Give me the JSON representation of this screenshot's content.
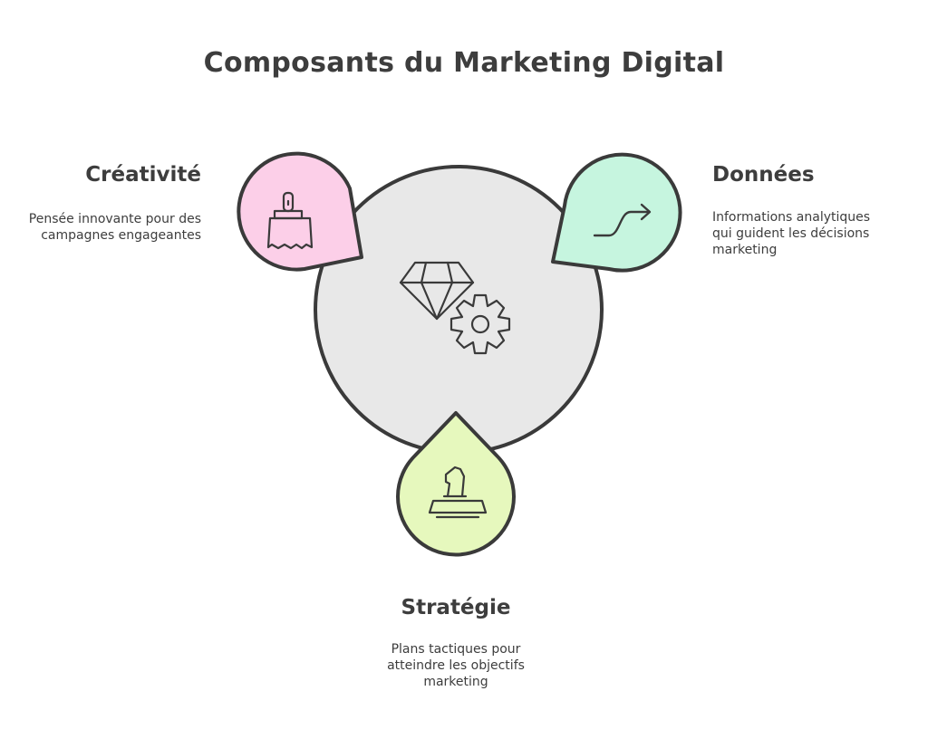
{
  "title": "Composants du Marketing Digital",
  "components": {
    "creativite": {
      "label": "Créativité",
      "description_lines": [
        "Pensée innovante pour des",
        "campagnes engageantes"
      ],
      "color": "#fccfe8",
      "icon": "paintbrush-icon"
    },
    "donnees": {
      "label": "Données",
      "description_lines": [
        "Informations analytiques",
        "qui guident les décisions",
        "marketing"
      ],
      "color": "#c6f5df",
      "icon": "trend-arrow-icon"
    },
    "strategie": {
      "label": "Stratégie",
      "description_lines": [
        "Plans tactiques pour",
        "atteindre les objectifs",
        "marketing"
      ],
      "color": "#e6f8bd",
      "icon": "chess-knight-icon"
    }
  },
  "center": {
    "color": "#e8e8e8",
    "icons": [
      "diamond-icon",
      "gear-icon"
    ]
  },
  "stroke_color": "#3a3a3a"
}
